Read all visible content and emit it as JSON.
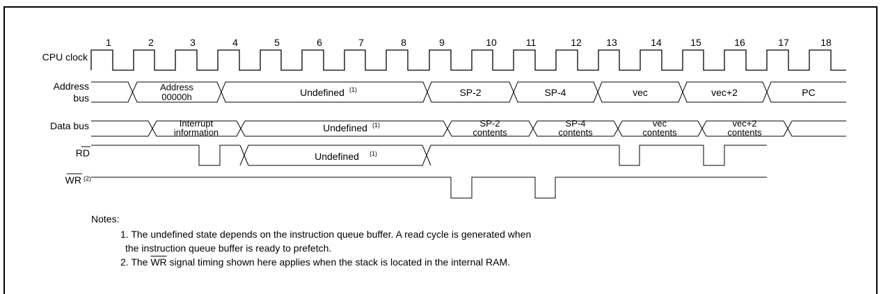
{
  "signals": {
    "cpu_clock": "CPU clock",
    "address_bus_line1": "Address",
    "address_bus_line2": "bus",
    "data_bus": "Data bus",
    "rd": "RD",
    "wr": "WR",
    "wr_note_ref": "(2)"
  },
  "clock_numbers": [
    "1",
    "2",
    "3",
    "4",
    "5",
    "6",
    "7",
    "8",
    "9",
    "10",
    "11",
    "12",
    "13",
    "14",
    "15",
    "16",
    "17",
    "18"
  ],
  "address_segments": {
    "addr_line1": "Address",
    "addr_line2": "00000h",
    "undefined": "Undefined",
    "undefined_ref": "(1)",
    "sp2": "SP-2",
    "sp4": "SP-4",
    "vec": "vec",
    "vec2": "vec+2",
    "pc": "PC"
  },
  "data_segments": {
    "int_line1": "Interrupt",
    "int_line2": "information",
    "undefined": "Undefined",
    "undefined_ref": "(1)",
    "sp2_line1": "SP-2",
    "sp2_line2": "contents",
    "sp4_line1": "SP-4",
    "sp4_line2": "contents",
    "vec_line1": "vec",
    "vec_line2": "contents",
    "vec2_line1": "vec+2",
    "vec2_line2": "contents"
  },
  "rd_segments": {
    "undefined": "Undefined",
    "undefined_ref": "(1)"
  },
  "notes": {
    "title": "Notes:",
    "note1_line1": "1. The undefined state depends on the instruction queue buffer. A read cycle is generated when",
    "note1_line2": "the instruction queue buffer is ready to prefetch.",
    "note2_prefix": "2. The ",
    "note2_signal": "WR",
    "note2_suffix": " signal timing shown here applies when the stack is located in the internal RAM."
  }
}
